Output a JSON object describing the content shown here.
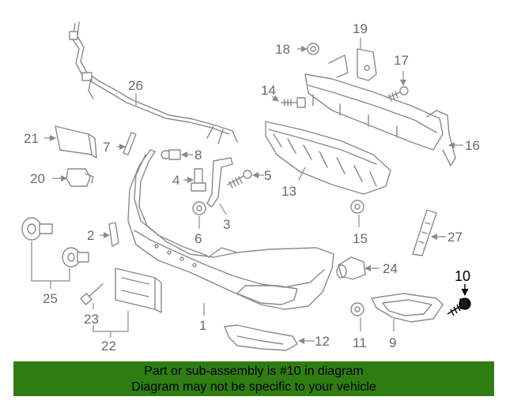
{
  "callouts": {
    "c1": "1",
    "c2": "2",
    "c3": "3",
    "c4": "4",
    "c5": "5",
    "c6": "6",
    "c7": "7",
    "c8": "8",
    "c9": "9",
    "c10": "10",
    "c11": "11",
    "c12": "12",
    "c13": "13",
    "c14": "14",
    "c15": "15",
    "c16": "16",
    "c17": "17",
    "c18": "18",
    "c19": "19",
    "c20": "20",
    "c21": "21",
    "c22": "22",
    "c23": "23",
    "c24": "24",
    "c25": "25",
    "c26": "26",
    "c27": "27"
  },
  "banner": {
    "line1": "Part or sub-assembly is #10 in diagram",
    "line2": "Diagram may not be specific to your vehicle",
    "background": "#2f7d12"
  }
}
